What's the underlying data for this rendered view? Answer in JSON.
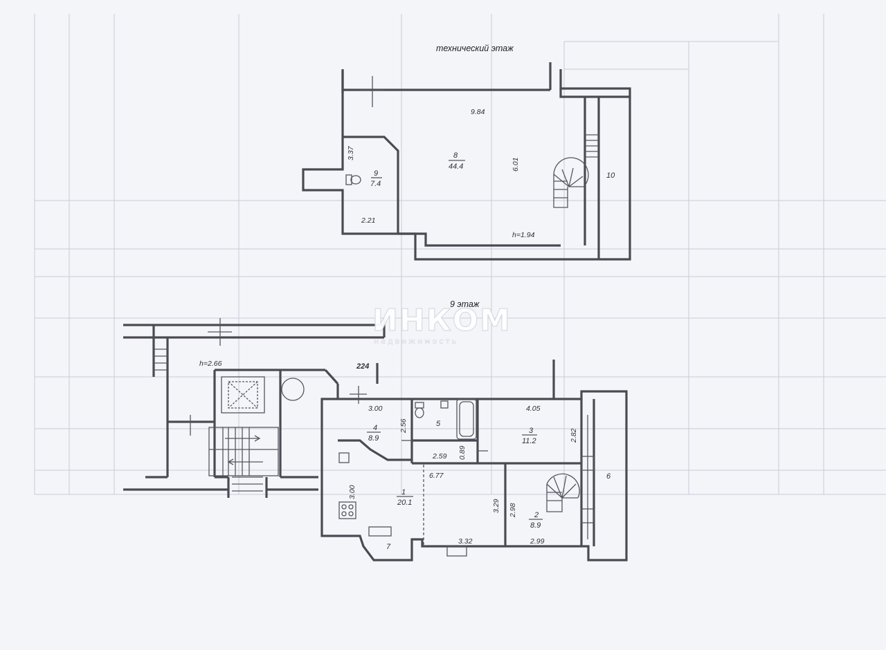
{
  "floors": {
    "technical": {
      "title": "технический этаж",
      "height": "h=1.94",
      "rooms": [
        {
          "number": "8",
          "area": "44.4"
        },
        {
          "number": "9",
          "area": "7.4"
        },
        {
          "number": "10",
          "area": ""
        }
      ],
      "dimensions": [
        "9.84",
        "3.37",
        "2.21",
        "6.01"
      ]
    },
    "ninth": {
      "title": "9 этаж",
      "stair_height": "h=2.66",
      "apartment_number": "224",
      "rooms": [
        {
          "number": "1",
          "area": "20.1"
        },
        {
          "number": "2",
          "area": "8.9"
        },
        {
          "number": "3",
          "area": "11.2"
        },
        {
          "number": "4",
          "area": "8.9"
        },
        {
          "number": "5",
          "area": ""
        },
        {
          "number": "6",
          "area": ""
        },
        {
          "number": "7",
          "area": ""
        }
      ],
      "dimensions": [
        "3.00",
        "2.56",
        "4.05",
        "2.82",
        "2.59",
        "0.89",
        "6.77",
        "3.00",
        "3.29",
        "2.98",
        "3.32",
        "2.99"
      ]
    }
  },
  "watermark": {
    "brand": "ИНКОМ",
    "subtitle": "недвижимость"
  },
  "colors": {
    "background": "#f4f5f9",
    "wall": "#4a4a52",
    "ghost_table": "#c3c7d2"
  }
}
